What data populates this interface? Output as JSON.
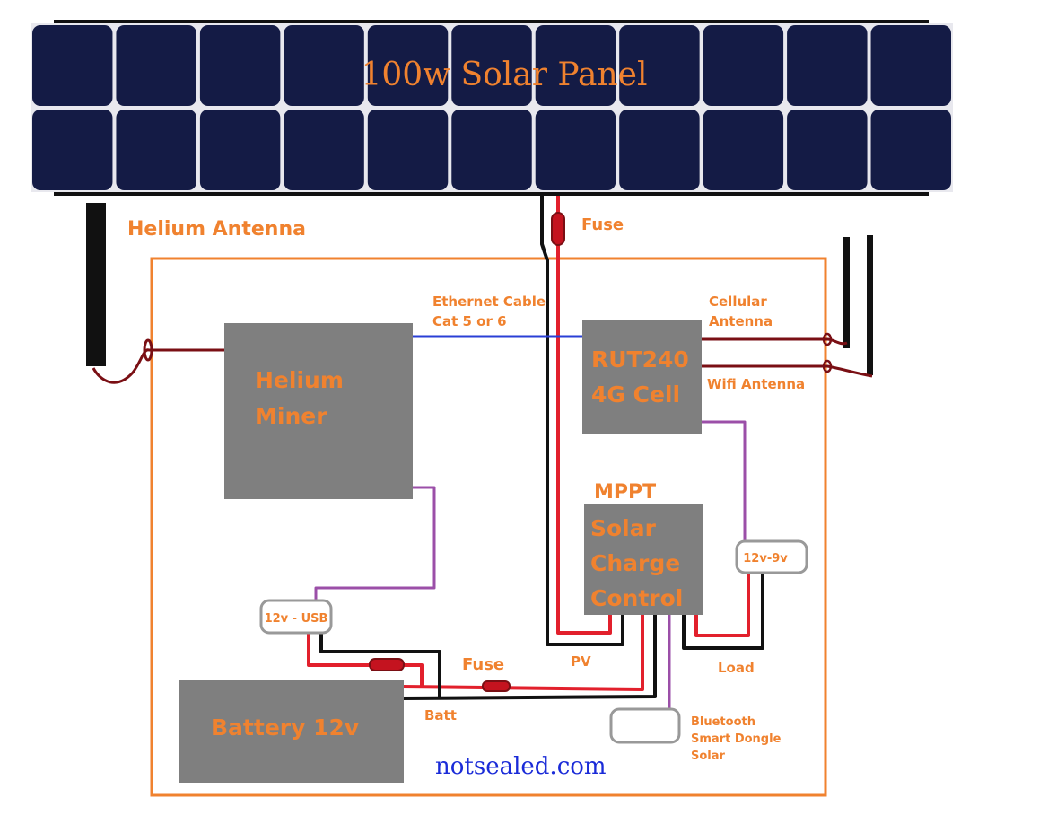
{
  "solar_panel": {
    "title": "100w Solar Panel"
  },
  "labels": {
    "helium_antenna": "Helium Antenna",
    "fuse_top": "Fuse",
    "ethernet_line1": "Ethernet Cable",
    "ethernet_line2": "Cat 5 or 6",
    "cellular_line1": "Cellular",
    "cellular_line2": "Antenna",
    "wifi_antenna": "Wifi Antenna",
    "mppt": "MPPT",
    "pv": "PV",
    "load": "Load",
    "fuse_bottom": "Fuse",
    "batt": "Batt",
    "bluetooth_line1": "Bluetooth",
    "bluetooth_line2": "Smart Dongle",
    "bluetooth_line3": "Solar"
  },
  "components": {
    "helium_miner_line1": "Helium",
    "helium_miner_line2": "Miner",
    "router_line1": "RUT240",
    "router_line2": "4G Cell",
    "controller_line1": "Solar",
    "controller_line2": "Charge",
    "controller_line3": "Control",
    "battery": "Battery 12v",
    "usb_converter": "12v - USB",
    "buck_converter": "12v-9v"
  },
  "watermark": "notsealed.com",
  "colors": {
    "panel": "#141b45",
    "cell_border": "#e8e8ee",
    "enclosure": "#f0822f",
    "component_box": "#7f7f7f",
    "wire_red": "#e2202c",
    "wire_black": "#111111",
    "wire_purple": "#9b4fa8",
    "wire_blue": "#2a3fd6",
    "antenna_lead": "#7a0f14"
  }
}
